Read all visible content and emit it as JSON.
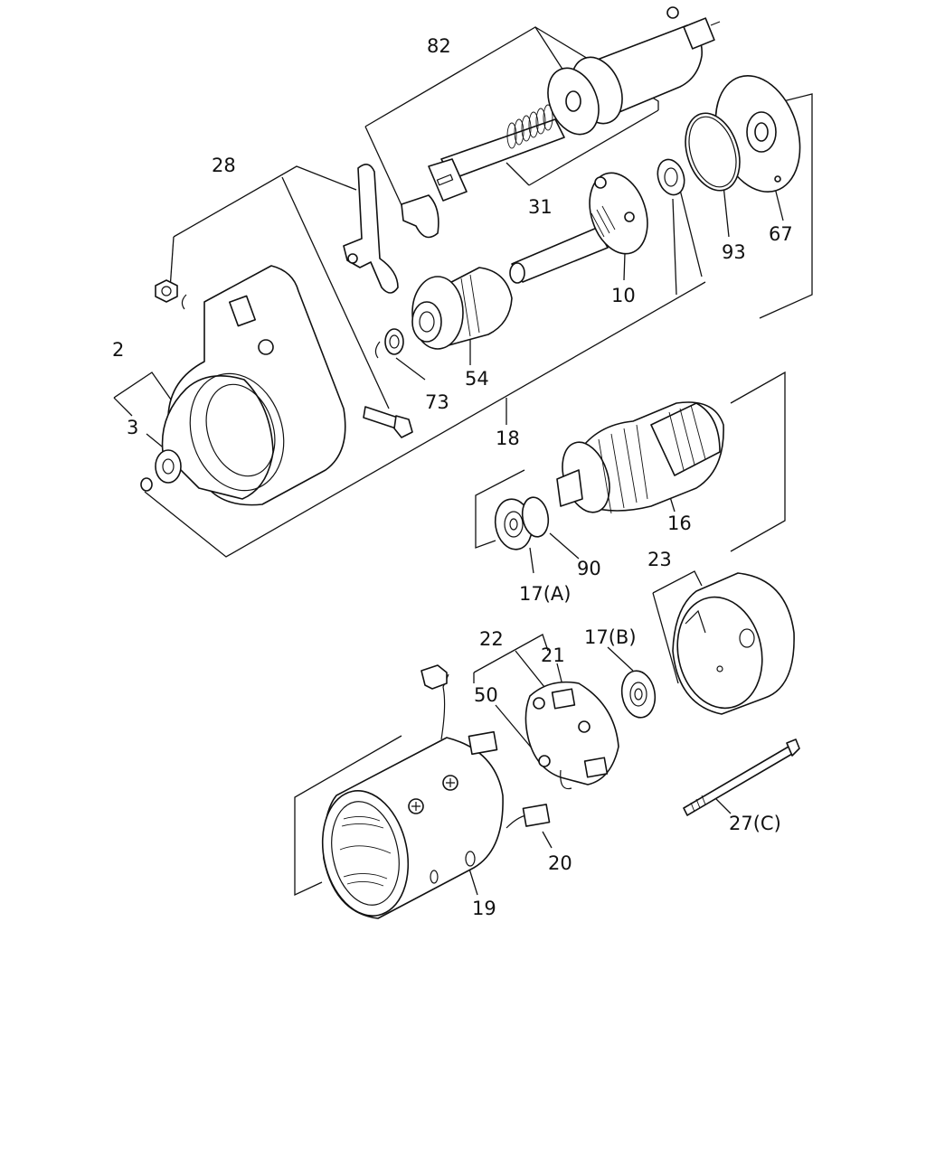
{
  "callouts": {
    "c82": "82",
    "c28": "28",
    "c31": "31",
    "c93": "93",
    "c67": "67",
    "c10": "10",
    "c2": "2",
    "c54": "54",
    "c3": "3",
    "c73": "73",
    "c18": "18",
    "c16": "16",
    "c90": "90",
    "c17a": "17(A)",
    "c23": "23",
    "c22": "22",
    "c21": "21",
    "c17b": "17(B)",
    "c50": "50",
    "c27c": "27(C)",
    "c20": "20",
    "c19": "19"
  }
}
